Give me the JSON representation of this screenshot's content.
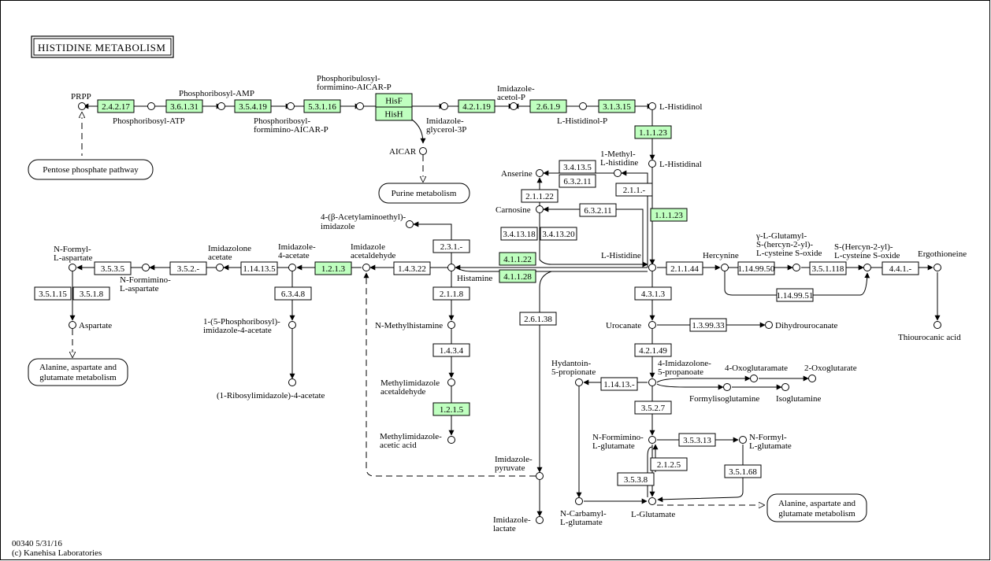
{
  "title": "HISTIDINE METABOLISM",
  "footer": {
    "line1": "00340 5/31/16",
    "line2": "(c) Kanehisa Laboratories"
  },
  "colors": {
    "highlight": "#bfffbf",
    "plain": "#ffffff",
    "line": "#000000"
  },
  "enzymes": {
    "e2_4_2_17": "2.4.2.17",
    "e3_6_1_31": "3.6.1.31",
    "e3_5_4_19": "3.5.4.19",
    "e5_3_1_16": "5.3.1.16",
    "hisF": "HisF",
    "hisH": "HisH",
    "e4_2_1_19": "4.2.1.19",
    "e2_6_1_9": "2.6.1.9",
    "e3_1_3_15": "3.1.3.15",
    "e1_1_1_23a": "1.1.1.23",
    "e1_1_1_23b": "1.1.1.23",
    "e3_4_13_5": "3.4.13.5",
    "e6_3_2_11a": "6.3.2.11",
    "e2_1_1_x": "2.1.1.-",
    "e2_1_1_22": "2.1.1.22",
    "e6_3_2_11b": "6.3.2.11",
    "e3_4_13_18": "3.4.13.18",
    "e3_4_13_20": "3.4.13.20",
    "e4_1_1_22": "4.1.1.22",
    "e4_1_1_28": "4.1.1.28",
    "e2_3_1_x": "2.3.1.-",
    "e1_4_3_22": "1.4.3.22",
    "e1_2_1_3": "1.2.1.3",
    "e1_14_13_5": "1.14.13.5",
    "e3_5_2_x": "3.5.2.-",
    "e3_5_3_5": "3.5.3.5",
    "e3_5_1_15": "3.5.1.15",
    "e3_5_1_8": "3.5.1.8",
    "e6_3_4_8": "6.3.4.8",
    "e2_1_1_8": "2.1.1.8",
    "e1_4_3_4": "1.4.3.4",
    "e1_2_1_5": "1.2.1.5",
    "e2_6_1_38": "2.6.1.38",
    "e2_1_1_44": "2.1.1.44",
    "e1_14_99_50": "1.14.99.50",
    "e3_5_1_118": "3.5.1.118",
    "e4_4_1_x": "4.4.1.-",
    "e1_14_99_51": "1.14.99.51",
    "e4_3_1_3": "4.3.1.3",
    "e1_3_99_33": "1.3.99.33",
    "e4_2_1_49": "4.2.1.49",
    "e1_14_13_x": "1.14.13.-",
    "e3_5_2_7": "3.5.2.7",
    "e3_5_3_13": "3.5.3.13",
    "e2_1_2_5": "2.1.2.5",
    "e3_5_3_8": "3.5.3.8",
    "e3_5_1_68": "3.5.1.68"
  },
  "compounds": {
    "prpp": "PRPP",
    "pr_atp": "Phosphoribosyl-ATP",
    "pr_amp": "Phosphoribosyl-AMP",
    "prfar_1": "Phosphoribosyl-",
    "prfar_2": "formimino-AICAR-P",
    "prfar2_1": "Phosphoribulosyl-",
    "prfar2_2": "formimino-AICAR-P",
    "igp_1": "Imidazole-",
    "igp_2": "glycerol-3P",
    "aicar": "AICAR",
    "iap_1": "Imidazole-",
    "iap_2": "acetol-P",
    "hisol_p": "L-Histidinol-P",
    "hisol": "L-Histidinol",
    "hisal": "L-Histidinal",
    "mhis_1": "1-Methyl-",
    "mhis_2": "L-histidine",
    "anserine": "Anserine",
    "carnosine": "Carnosine",
    "aea_1": "4-(β-Acetylaminoethyl)-",
    "aea_2": "imidazole",
    "his": "L-Histidine",
    "histamine": "Histamine",
    "ia_1": "Imidazole",
    "ia_2": "acetaldehyde",
    "i4a_1": "Imidazole-",
    "i4a_2": "4-acetate",
    "ione_1": "Imidazolone",
    "ione_2": "acetate",
    "nfasp_1": "N-Formyl-",
    "nfasp_2": "L-aspartate",
    "nfiasp_1": "N-Formimino-",
    "nfiasp_2": "L-aspartate",
    "asp": "Aspartate",
    "pria_1": "1-(5-Phosphoribosyl)-",
    "pria_2": "imidazole-4-acetate",
    "ria": "(1-Ribosylimidazole)-4-acetate",
    "nmh": "N-Methylhistamine",
    "mia_1": "Methylimidazole",
    "mia_2": "acetaldehyde",
    "miaa_1": "Methylimidazole-",
    "miaa_2": "acetic acid",
    "hercynine": "Hercynine",
    "ggh_1": "γ-L-Glutamyl-",
    "ggh_2": "S-(hercyn-2-yl)-",
    "ggh_3": "L-cysteine S-oxide",
    "shc_1": "S-(Hercyn-2-yl)-",
    "shc_2": "L-cysteine S-oxide",
    "ergo": "Ergothioneine",
    "thio": "Thiourocanic acid",
    "urocanate": "Urocanate",
    "dhuro": "Dihydrourocanate",
    "iop_1": "4-Imidazolone-",
    "iop_2": "5-propanoate",
    "hyd_1": "Hydantoin-",
    "hyd_2": "5-propionate",
    "oxoglutaramate": "4-Oxoglutaramate",
    "oxoglutarate": "2-Oxoglutarate",
    "formylisoglutamine": "Formylisoglutamine",
    "isoglutamine": "Isoglutamine",
    "nfglu_1": "N-Formimino-",
    "nfglu_2": "L-glutamate",
    "nformylglu_1": "N-Formyl-",
    "nformylglu_2": "L-glutamate",
    "ncglu_1": "N-Carbamyl-",
    "ncglu_2": "L-glutamate",
    "lglu": "L-Glutamate",
    "ipyr_1": "Imidazole-",
    "ipyr_2": "pyruvate",
    "ilac_1": "Imidazole-",
    "ilac_2": "lactate"
  },
  "maps": {
    "ppp": "Pentose phosphate pathway",
    "purine": "Purine metabolism",
    "ala1_1": "Alanine, aspartate and",
    "ala1_2": "glutamate metabolism",
    "ala2_1": "Alanine, aspartate and",
    "ala2_2": "glutamate metabolism"
  }
}
